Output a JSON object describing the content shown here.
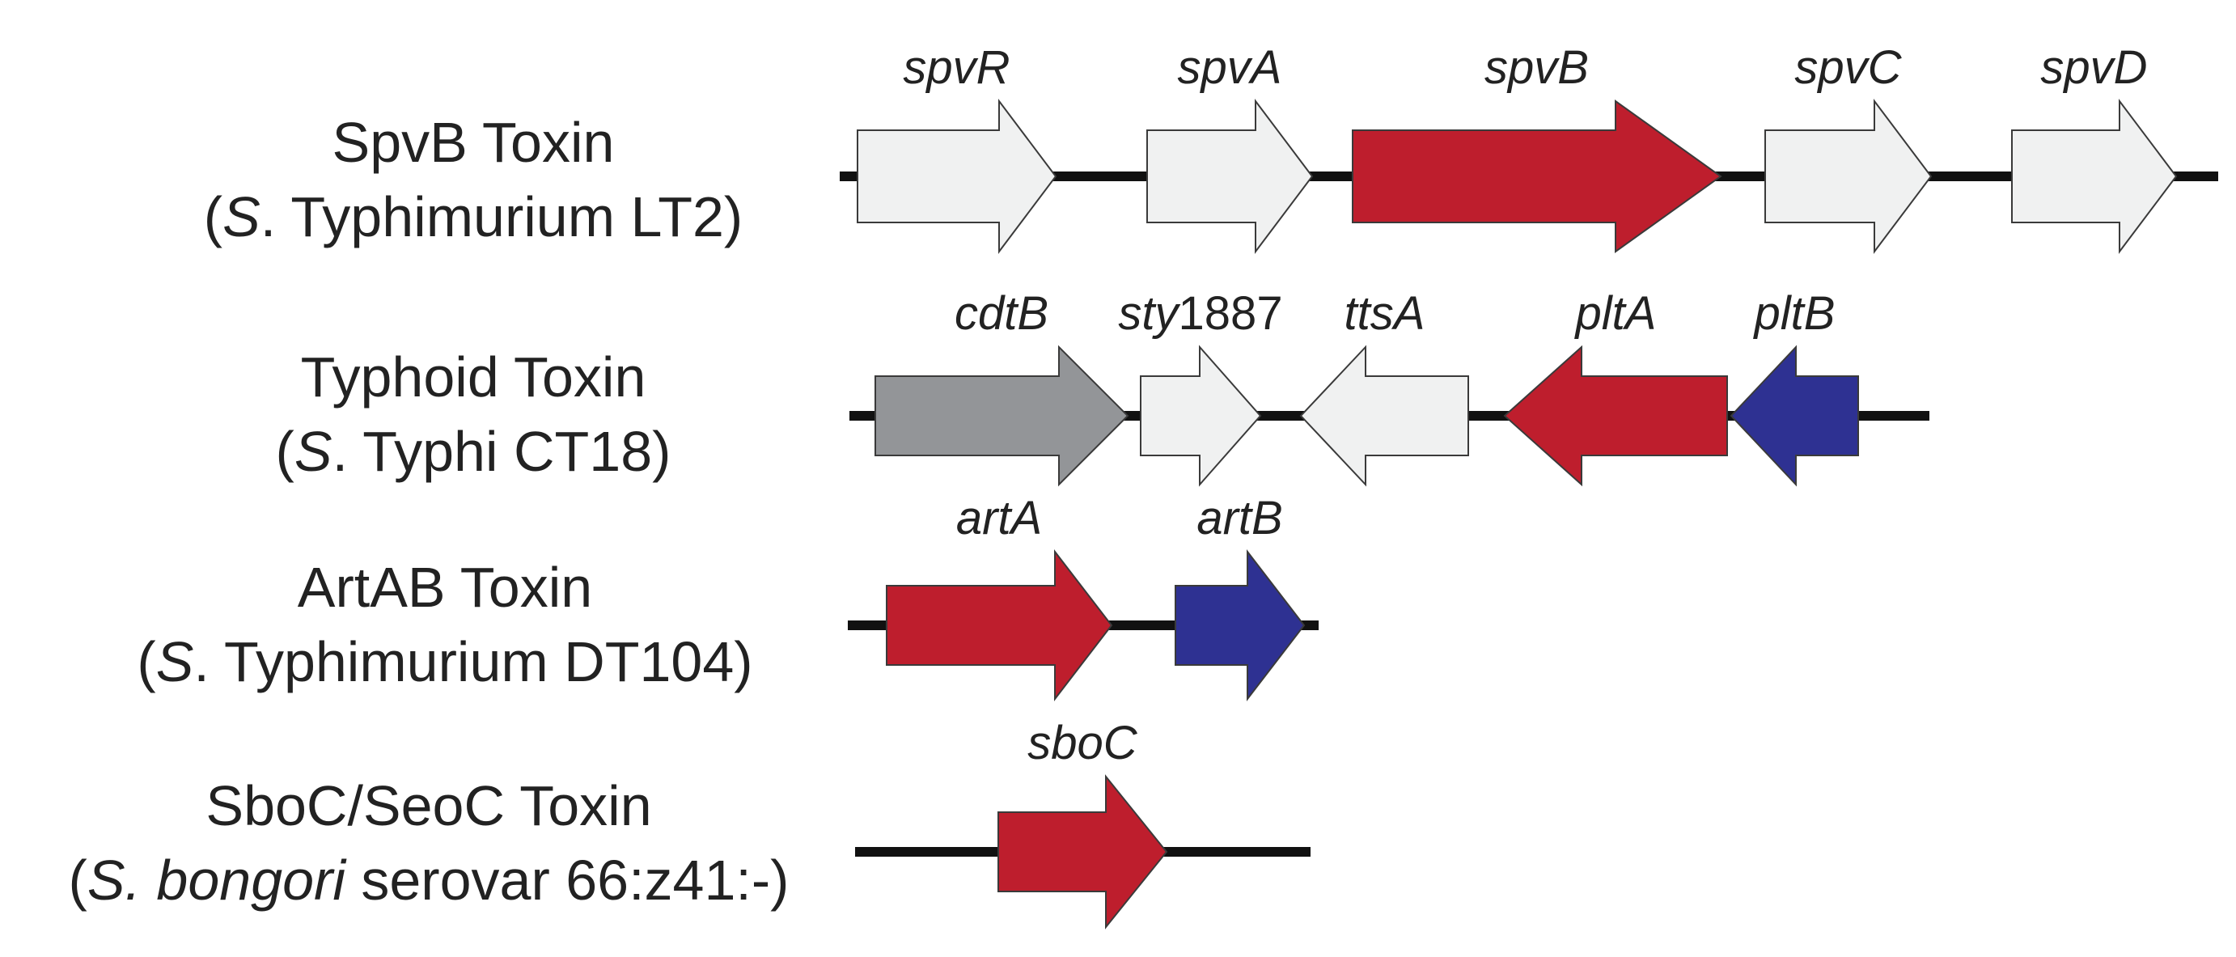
{
  "rows": [
    {
      "id": "spvb",
      "name": "SpvB Toxin",
      "organism": {
        "open": "(",
        "italic": "S",
        "rest": ". Typhimurium LT2)"
      },
      "genes": [
        {
          "label": "spvR",
          "color": "#f0f1f1"
        },
        {
          "label": "spvA",
          "color": "#f0f1f1"
        },
        {
          "label": "spvB",
          "color": "#be1e2d"
        },
        {
          "label": "spvC",
          "color": "#f0f1f1"
        },
        {
          "label": "spvD",
          "color": "#f0f1f1"
        }
      ]
    },
    {
      "id": "typhoid",
      "name": "Typhoid Toxin",
      "organism": {
        "open": "(",
        "italic": "S",
        "rest": ". Typhi CT18)"
      },
      "genes": [
        {
          "label": "cdtB",
          "color": "#939598"
        },
        {
          "label": "sty",
          "label_suffix": "1887",
          "color": "#f0f1f1"
        },
        {
          "label": "ttsA",
          "color": "#f0f1f1"
        },
        {
          "label": "pltA",
          "color": "#be1e2d"
        },
        {
          "label": "pltB",
          "color": "#2e3192"
        }
      ]
    },
    {
      "id": "artab",
      "name": "ArtAB Toxin",
      "organism": {
        "open": "(",
        "italic": "S",
        "rest": ". Typhimurium DT104)"
      },
      "genes": [
        {
          "label": "artA",
          "color": "#be1e2d"
        },
        {
          "label": "artB",
          "color": "#2e3192"
        }
      ]
    },
    {
      "id": "sboc",
      "name": "SboC/SeoC Toxin",
      "organism": {
        "open": "(",
        "italic": "S. bongori",
        "rest": " serovar 66:z41:-)"
      },
      "genes": [
        {
          "label": "sboC",
          "color": "#be1e2d"
        }
      ]
    }
  ]
}
